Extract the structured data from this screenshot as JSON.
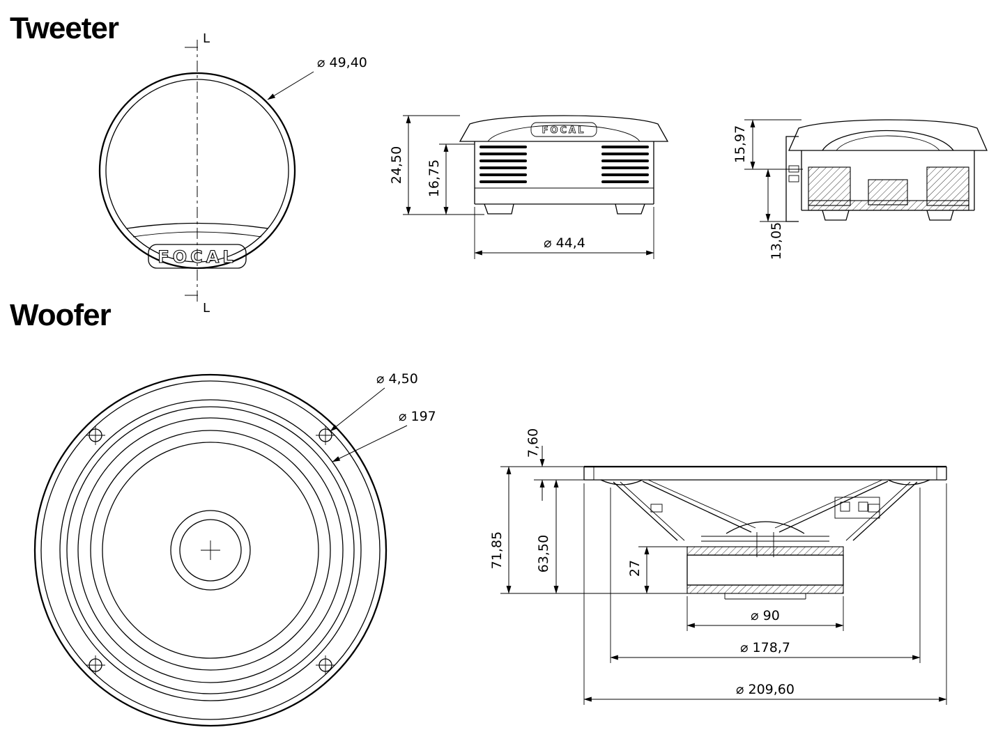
{
  "page": {
    "background": "#ffffff",
    "line_color": "#000000"
  },
  "tweeter": {
    "title": "Tweeter",
    "front_view": {
      "brand": "FOCAL",
      "diameter": "⌀ 49,40",
      "section_label_top": "L",
      "section_label_bottom": "L"
    },
    "side_view": {
      "brand": "FOCAL",
      "total_height": "24,50",
      "body_height": "16,75",
      "width": "⌀ 44,4"
    },
    "section_view": {
      "upper_depth": "15,97",
      "lower_depth": "13,05"
    }
  },
  "woofer": {
    "title": "Woofer",
    "front_view": {
      "screw_hole_diameter": "⌀ 4,50",
      "cone_diameter": "⌀ 197"
    },
    "side_view": {
      "flange_thickness": "7,60",
      "total_depth": "71,85",
      "mounting_depth": "63,50",
      "magnet_height": "27",
      "magnet_diameter": "⌀ 90",
      "basket_diameter": "⌀ 178,7",
      "overall_diameter": "⌀ 209,60"
    }
  }
}
